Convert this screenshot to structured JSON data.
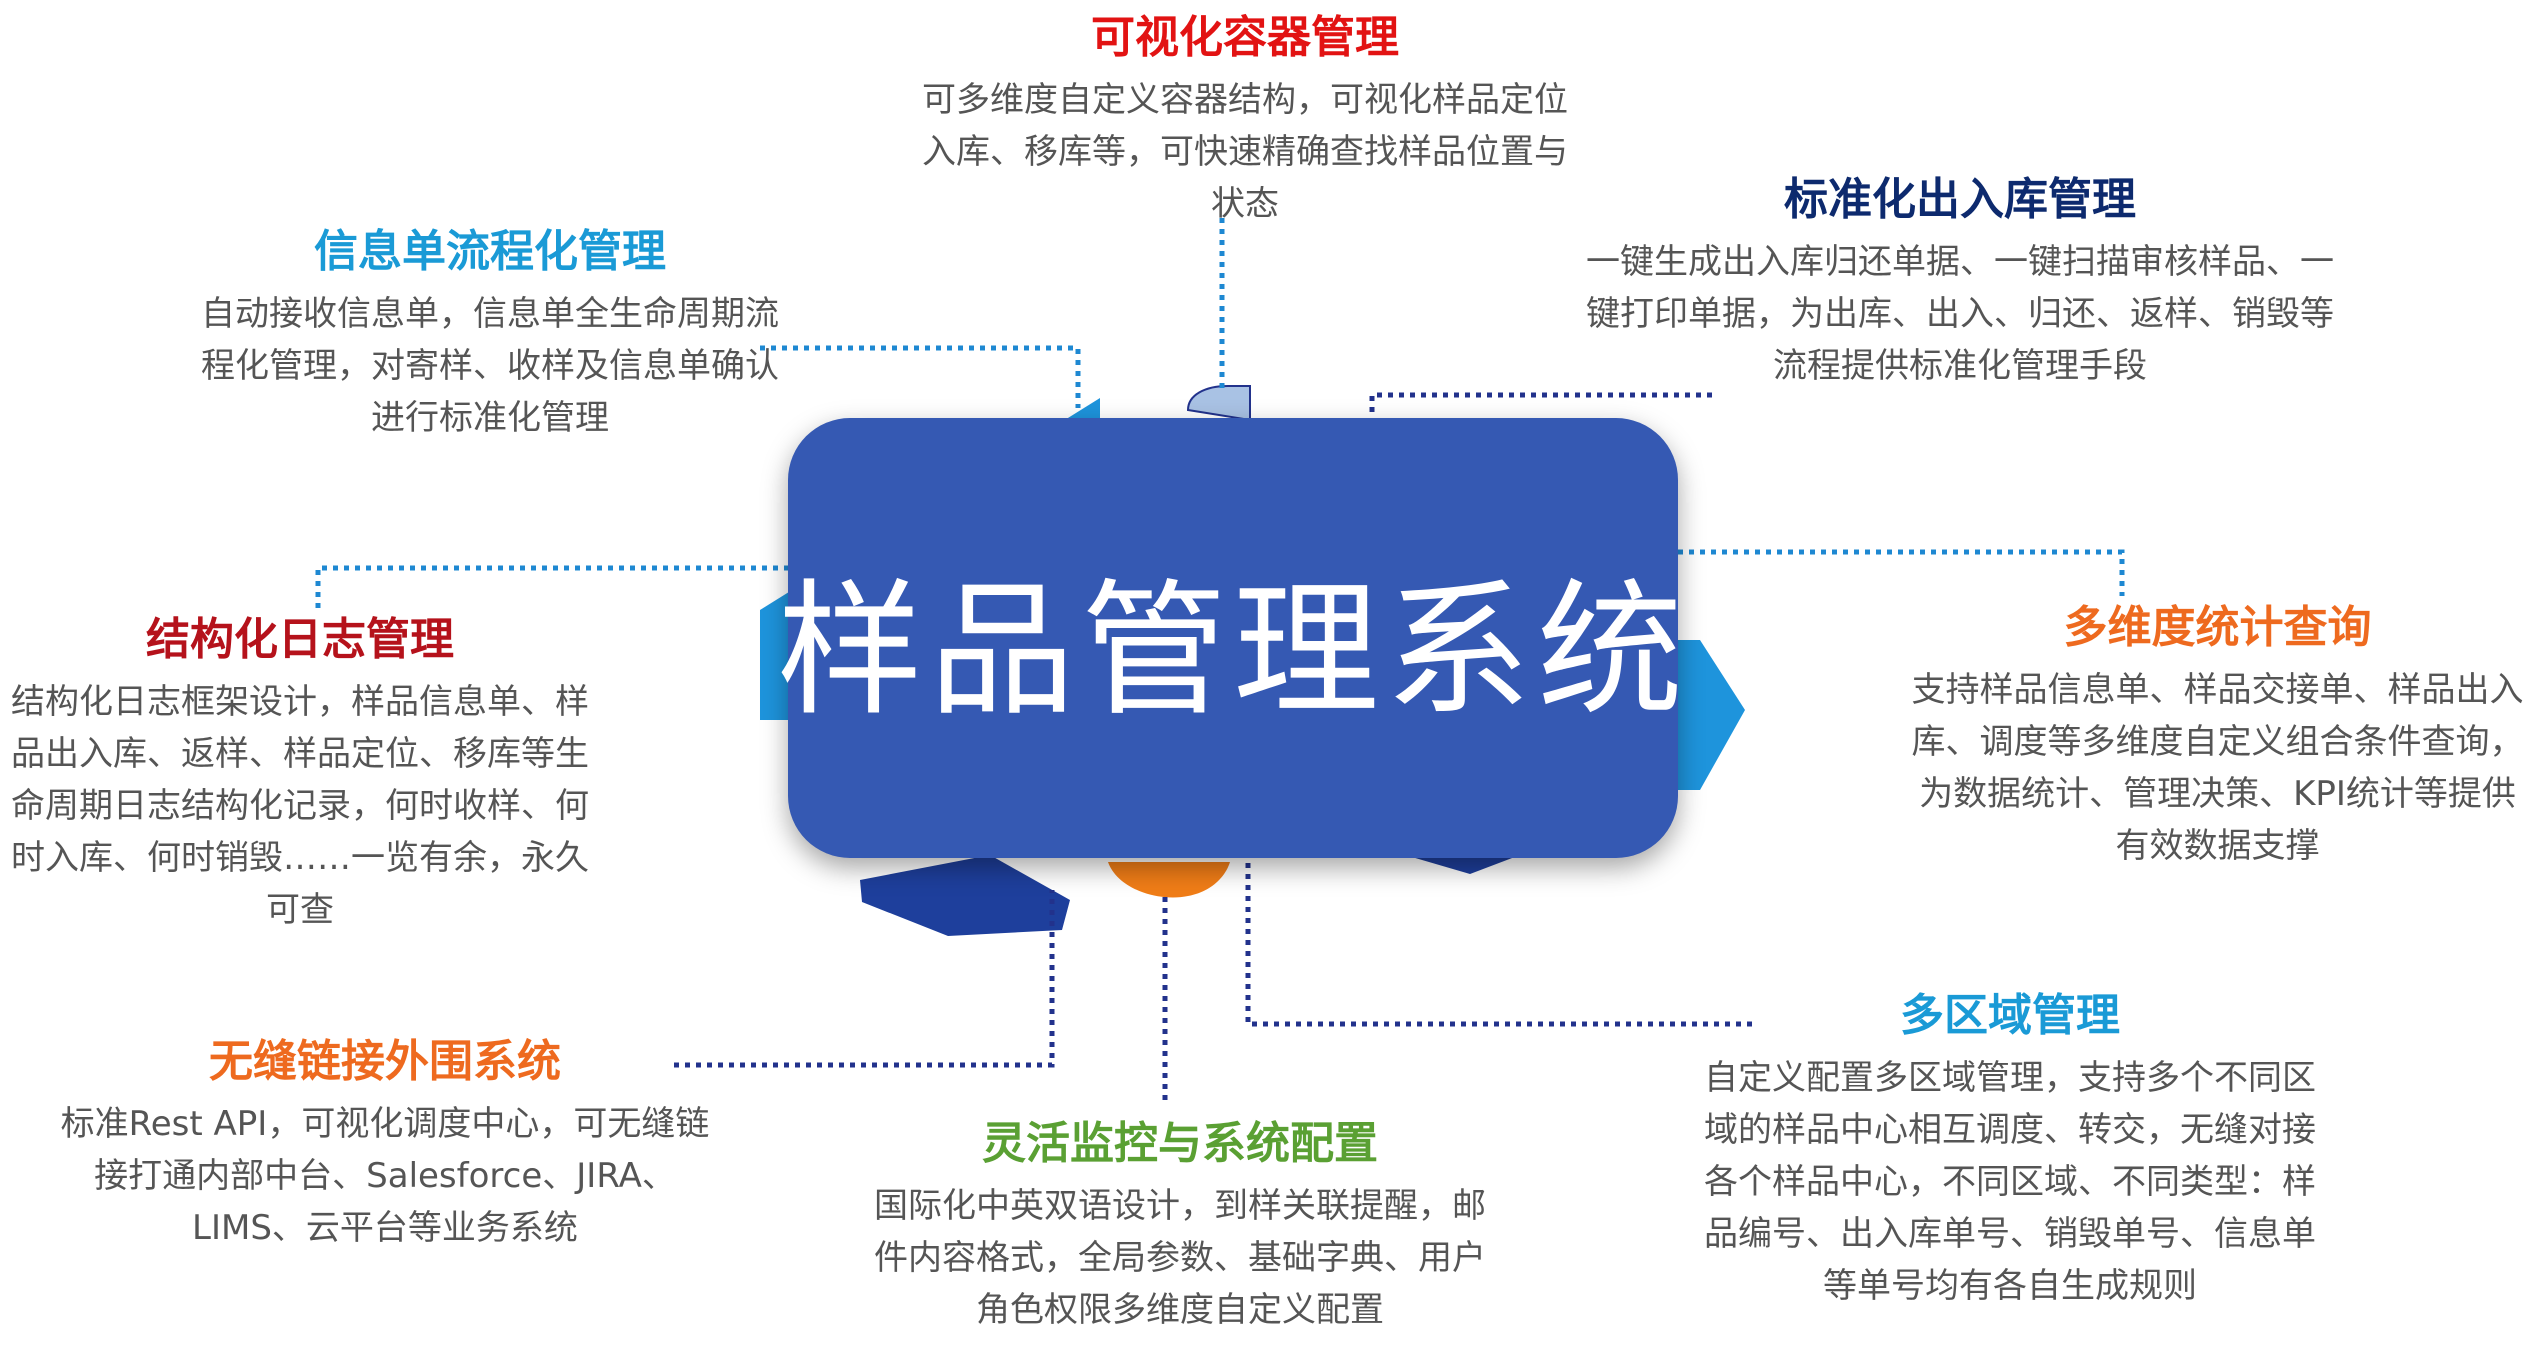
{
  "center": {
    "title": "样品管理系统"
  },
  "blocks": {
    "container": {
      "title": "可视化容器管理",
      "desc": "可多维度自定义容器结构，可视化样品定位入库、移库等，可快速精确查找样品位置与状态",
      "color": "#e21313"
    },
    "standard_io": {
      "title": "标准化出入库管理",
      "desc": "一键生成出入库归还单据、一键扫描审核样品、一键打印单据，为出库、出入、归还、返样、销毁等流程提供标准化管理手段",
      "color": "#0d2a6e"
    },
    "info_sheet": {
      "title": "信息单流程化管理",
      "desc": "自动接收信息单，信息单全生命周期流程化管理，对寄样、收样及信息单确认进行标准化管理",
      "color": "#1a9ad6"
    },
    "log": {
      "title": "结构化日志管理",
      "desc": "结构化日志框架设计，样品信息单、样品出入库、返样、样品定位、移库等生命周期日志结构化记录，何时收样、何时入库、何时销毁……一览有余，永久可查",
      "color": "#b5121b"
    },
    "stats": {
      "title": "多维度统计查询",
      "desc": "支持样品信息单、样品交接单、样品出入库、调度等多维度自定义组合条件查询，为数据统计、管理决策、KPI统计等提供有效数据支撑",
      "color": "#ee6a1f"
    },
    "integration": {
      "title": "无缝链接外围系统",
      "desc": "标准Rest API，可视化调度中心，可无缝链接打通内部中台、Salesforce、JIRA、LIMS、云平台等业务系统",
      "color": "#ee6a1f"
    },
    "config": {
      "title": "灵活监控与系统配置",
      "desc": "国际化中英双语设计，到样关联提醒，邮件内容格式，全局参数、基础字典、用户角色权限多维度自定义配置",
      "color": "#5aa033"
    },
    "region": {
      "title": "多区域管理",
      "desc": "自定义配置多区域管理，支持多个不同区域的样品中心相互调度、转交，无缝对接各个样品中心，不同区域、不同类型：样品编号、出入库单号、销毁单号、信息单等单号均有各自生成规则",
      "color": "#1a9ad6"
    }
  },
  "colors": {
    "center_box": "#3559b3",
    "connector_blue": "#1e88d2",
    "connector_navy": "#22328c",
    "hex_navy": "#1e3f9c",
    "hex_light": "#1e94dc",
    "drop_orange": "#f07d17",
    "drop_pale": "#a9c2e4"
  }
}
